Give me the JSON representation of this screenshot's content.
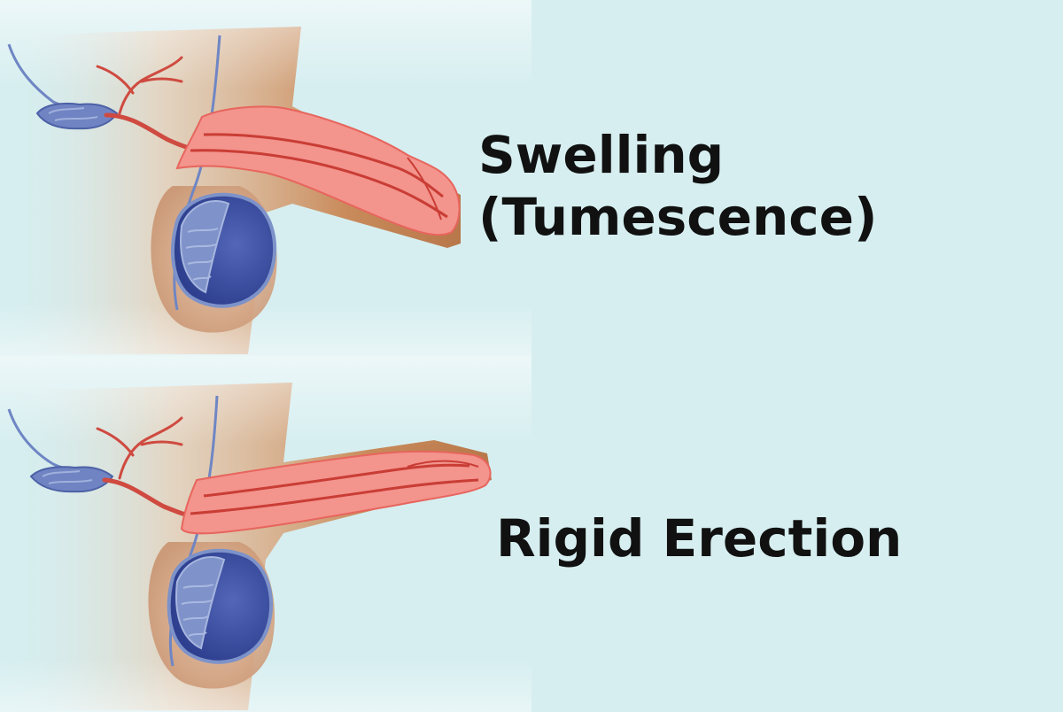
{
  "colors": {
    "background": "#d6eef0",
    "skin": "#c98b5b",
    "erectile_tissue": "#f08a84",
    "artery": "#d0453c",
    "vein": "#5f76b8",
    "testis": "#3a4fa0",
    "epididymis": "#7d92c9"
  },
  "stages": [
    {
      "label_line_1": "Swelling",
      "label_line_2": "(Tumescence)"
    },
    {
      "label_line_1": "Rigid Erection"
    }
  ]
}
